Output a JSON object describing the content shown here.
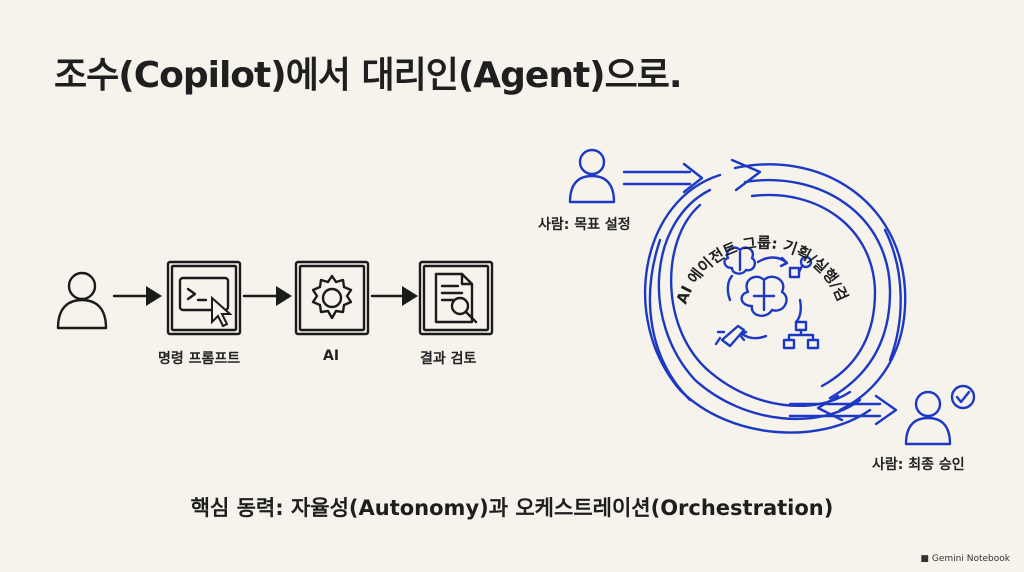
{
  "title": "조수(Copilot)에서 대리인(Agent)으로.",
  "copilot_flow": {
    "step1_label": "명령 프롬프트",
    "step2_label": "AI",
    "step3_label": "결과 검토"
  },
  "agent_cycle": {
    "human_goal_label": "사람: 목표 설정",
    "group_label": "AI 에이전트 그룹: 기획/실행/검증",
    "human_approval_label": "사람: 최종 승인"
  },
  "caption": "핵심 동력: 자율성(Autonomy)과 오케스트레이션(Orchestration)",
  "brand": "Gemini Notebook",
  "colors": {
    "ink": "#1b1b1b",
    "accent_blue": "#1d39c4",
    "paper": "#f6f3ec"
  }
}
